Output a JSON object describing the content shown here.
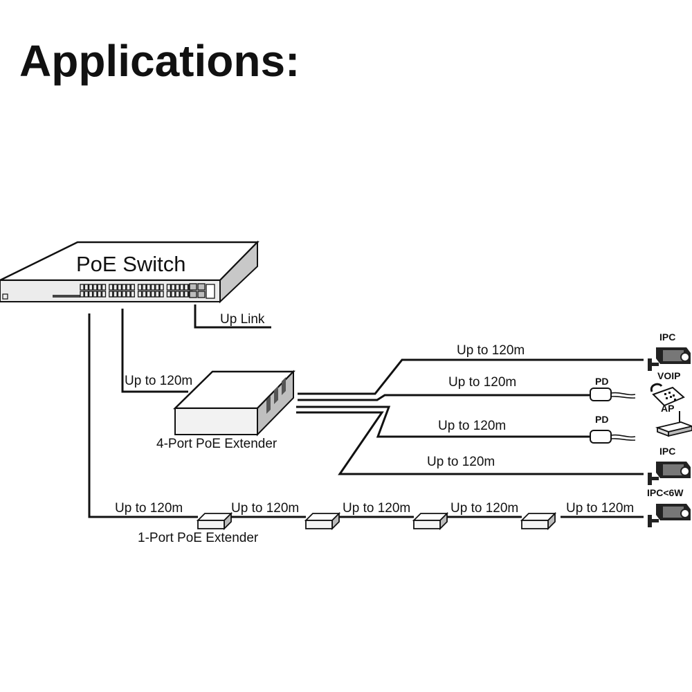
{
  "title": "Applications:",
  "labels": {
    "poe_switch": "PoE Switch",
    "up_link": "Up Link",
    "four_port_extender": "4-Port PoE Extender",
    "one_port_extender": "1-Port PoE Extender",
    "switch_to_extender": "Up to 120m",
    "branch_1": "Up to 120m",
    "branch_2": "Up to 120m",
    "branch_3": "Up to 120m",
    "branch_4": "Up to 120m",
    "chain_1": "Up to 120m",
    "chain_2": "Up to 120m",
    "chain_3": "Up to 120m",
    "chain_4": "Up to 120m",
    "chain_5": "Up to 120m"
  },
  "devices": {
    "ipc_top": "IPC",
    "voip": "VOIP",
    "ap": "AP",
    "pd_1": "PD",
    "pd_2": "PD",
    "ipc_mid": "IPC",
    "ipc_low_power": "IPC<6W"
  },
  "icons": [
    "switch-icon",
    "extender-4port-icon",
    "extender-1port-icon",
    "pd-adapter-icon",
    "ip-camera-icon",
    "voip-phone-icon",
    "access-point-icon"
  ]
}
